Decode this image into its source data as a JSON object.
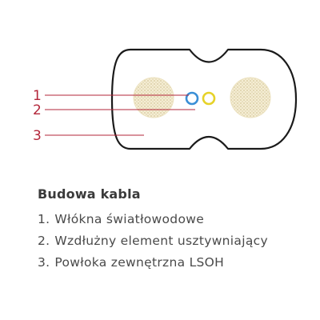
{
  "callouts": [
    {
      "number": "1"
    },
    {
      "number": "2"
    },
    {
      "number": "3"
    }
  ],
  "legend": {
    "title": "Budowa kabla",
    "items": [
      {
        "number": "1.",
        "text": "Włókna światłowodowe"
      },
      {
        "number": "2.",
        "text": "Wzdłużny element usztywniający"
      },
      {
        "number": "3.",
        "text": "Powłoka zewnętrzna LSOH"
      }
    ]
  },
  "colors": {
    "callout_accent": "#b3263a",
    "fiber_ring": "#3a8fd6",
    "strength_ring": "#e6d229",
    "sheath_outline": "#1a1a1a",
    "strength_fill": "#f4eccf"
  }
}
